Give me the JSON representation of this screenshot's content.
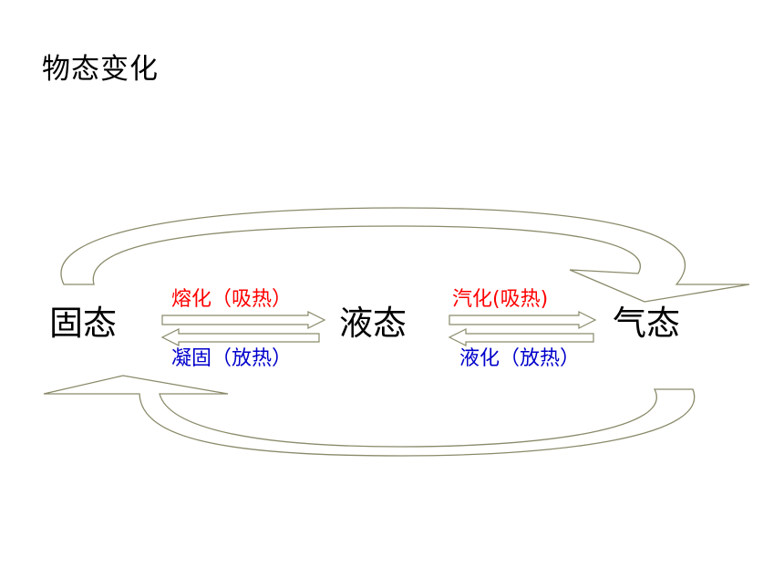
{
  "title": "物态变化",
  "states": {
    "solid": "固态",
    "liquid": "液态",
    "gas": "气态"
  },
  "transitions": {
    "melting": "熔化（吸热）",
    "freezing": "凝固（放热）",
    "vaporization": "汽化(吸热)",
    "condensation": "液化（放热）"
  },
  "colors": {
    "absorb_heat": "#ff0000",
    "release_heat": "#0000cc",
    "arrow_stroke": "#8a8a6a"
  }
}
